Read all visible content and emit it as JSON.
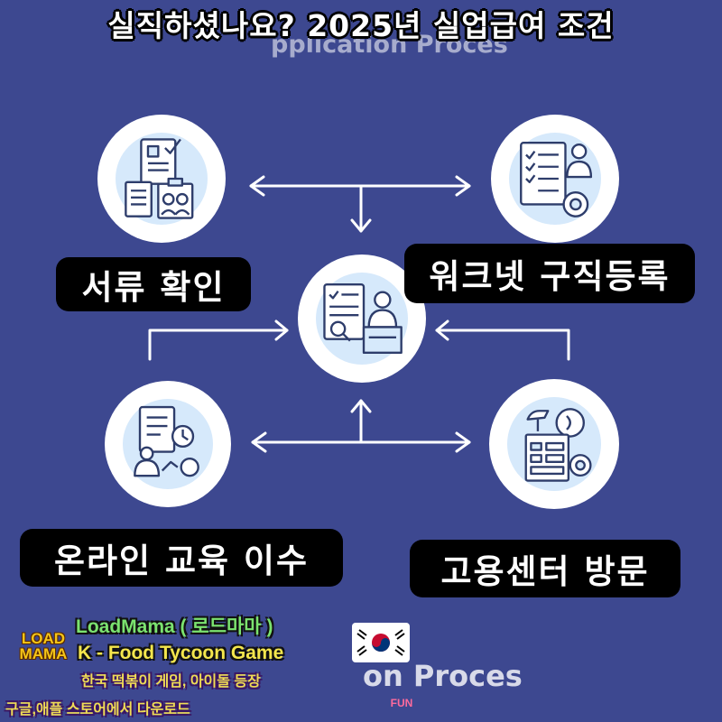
{
  "title": "실직하셨나요? 2025년 실업급여 조건",
  "background_text": {
    "top": "pplication Proces",
    "bottom": "on Proces"
  },
  "steps": [
    {
      "label": "서류 확인",
      "icon": "documents-icon"
    },
    {
      "label": "워크넷 구직등록",
      "icon": "checklist-icon"
    },
    {
      "label": "온라인 교육 이수",
      "icon": "online-education-icon"
    },
    {
      "label": "고용센터 방문",
      "icon": "employment-center-icon"
    }
  ],
  "center_icon": "interview-desk-icon",
  "promo": {
    "logo_top": "LOAD",
    "logo_bottom": "MAMA",
    "line1": "LoadMama ( 로드마마 )",
    "line2": "K - Food Tycoon Game",
    "line3": "한국 떡볶이 게임, 아이돌 등장",
    "line4": "구글,애플 스토어에서 다운로드",
    "badge": "FUN"
  },
  "colors": {
    "background": "#3d4890",
    "node_fill": "#ffffff",
    "node_inner": "#d6e9fb",
    "connector": "#ffffff",
    "label_bg": "#000000"
  }
}
